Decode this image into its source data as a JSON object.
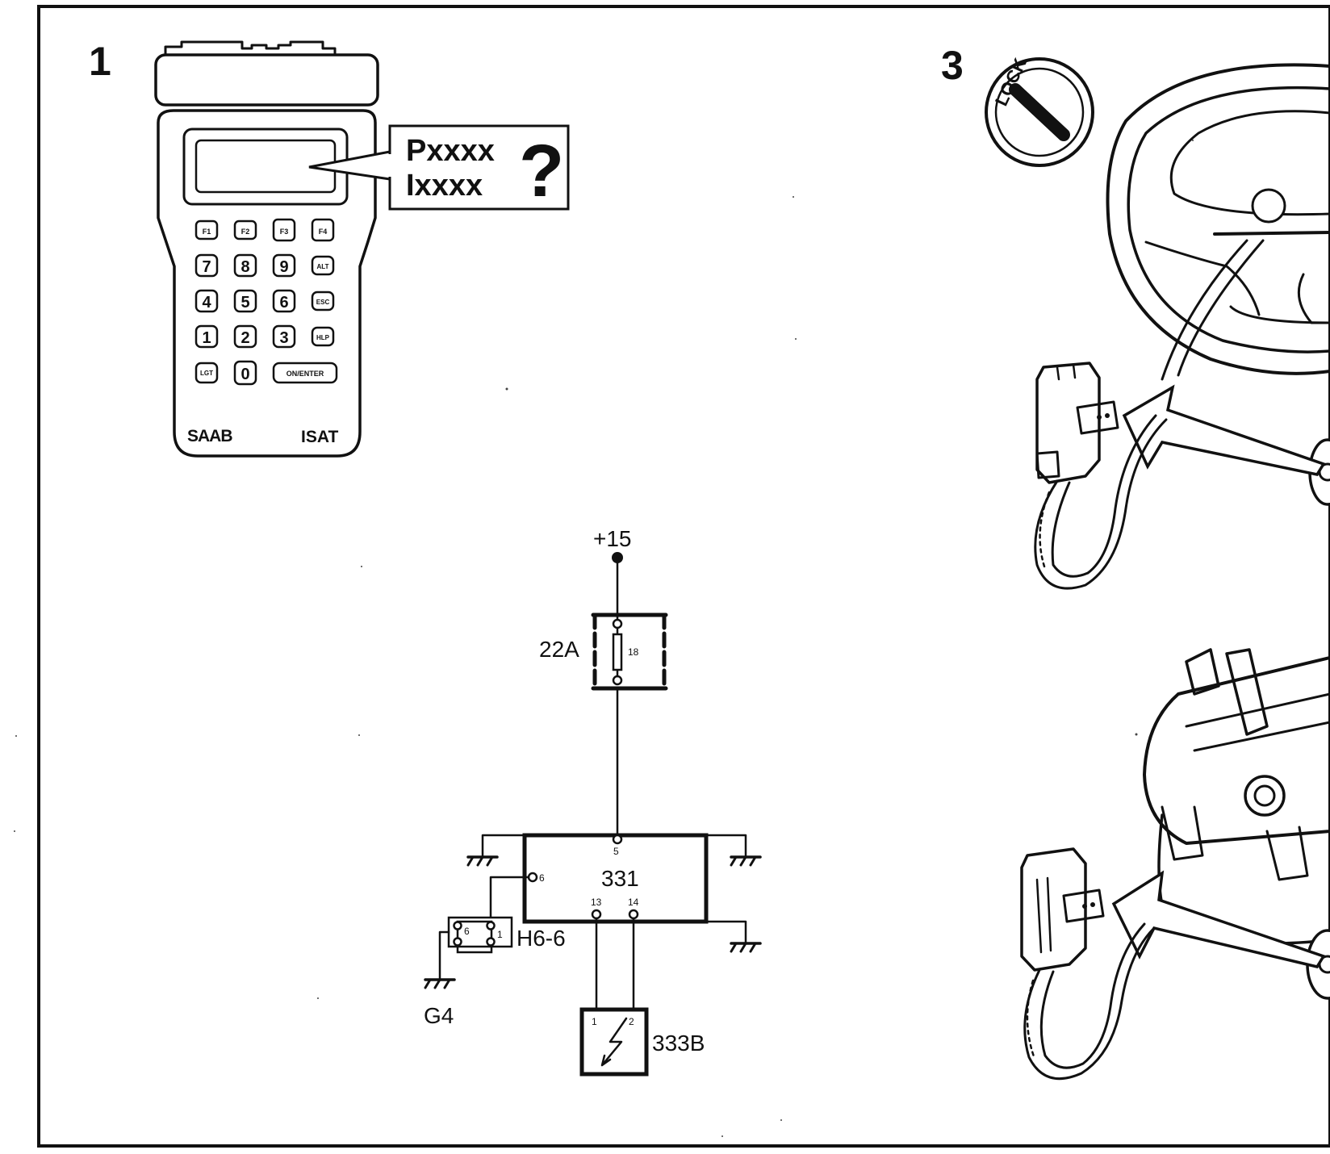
{
  "panels": [
    {
      "number": "1"
    },
    {
      "number": "3"
    }
  ],
  "tester": {
    "brand": "SAAB",
    "model": "ISAT",
    "callout_line1": "Pxxxx",
    "callout_line2": "Ixxxx",
    "callout_symbol": "?",
    "keys": [
      [
        "F1",
        "F2",
        "F3",
        "F4"
      ],
      [
        "7",
        "8",
        "9",
        "ALT"
      ],
      [
        "4",
        "5",
        "6",
        "ESC"
      ],
      [
        "1",
        "2",
        "3",
        "HLP"
      ],
      [
        "LGT",
        "0",
        "ON/ENTER"
      ]
    ]
  },
  "ignition": {
    "lock_label": "LOCK"
  },
  "schematic": {
    "supply": "+15",
    "fuse_rating": "22A",
    "fuse_number": "18",
    "module": "331",
    "module_pins": {
      "p5": "5",
      "p6": "6",
      "p13": "13",
      "p14": "14"
    },
    "connector": "H6-6",
    "connector_pins": {
      "a": "6",
      "b": "1"
    },
    "ground": "G4",
    "squib": "333B",
    "squib_pins": {
      "a": "1",
      "b": "2"
    }
  }
}
